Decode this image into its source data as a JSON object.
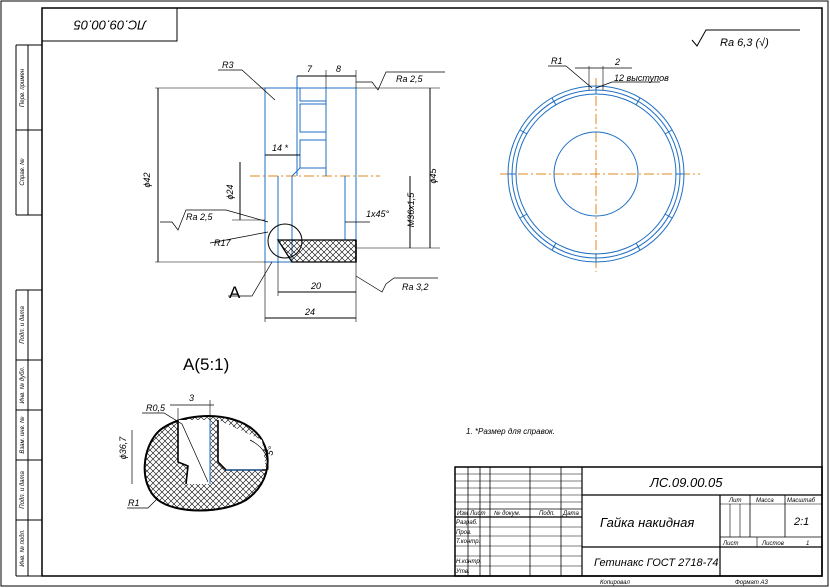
{
  "stamp_top": "ЛС.09.00.05",
  "side_labels": [
    "Перв. примен",
    "Справ. №",
    "Подп. и дата",
    "Инв. № дубл.",
    "Взам. инв. №",
    "Подп. и дата",
    "Инв. № подл."
  ],
  "roughness_general": "Ra 6,3 (√)",
  "dims": {
    "r3": "R3",
    "d7": "7",
    "d8": "8",
    "ra25_top": "Ra 2,5",
    "d14": "14 *",
    "phi42": "ϕ42",
    "phi24": "ϕ24",
    "phi45": "ϕ45",
    "m36": "М36х1,5",
    "chamfer": "1х45°",
    "ra25_left": "Ra 2,5",
    "r17": "R17",
    "view_a": "A",
    "d20": "20",
    "d24": "24",
    "ra32": "Ra 3,2",
    "r1_top": "R1",
    "d2": "2",
    "ribs": "12 выступов"
  },
  "detail": {
    "title": "A(5:1)",
    "r05": "R0,5",
    "d3": "3",
    "phi367": "ϕ36,7",
    "angle": "5°",
    "r1": "R1"
  },
  "note": "1. *Размер для справок.",
  "title_block": {
    "code": "ЛС.09.00.05",
    "name": "Гайка накидная",
    "material": "Гетинакс ГОСТ 2718-74",
    "col_lit": "Лит",
    "col_mass": "Масса",
    "col_scale": "Масштаб",
    "scale": "2:1",
    "sheet_label": "Лист",
    "sheets_label": "Листов",
    "sheets_count": "1",
    "row_headers": [
      "Изм",
      "Лист",
      "№ докум.",
      "Подп.",
      "Дата"
    ],
    "rows": [
      "Разраб.",
      "Пров.",
      "Т.контр.",
      "",
      "Н.контр.",
      "Утв."
    ],
    "copied": "Копировал",
    "format": "Формат А3"
  }
}
